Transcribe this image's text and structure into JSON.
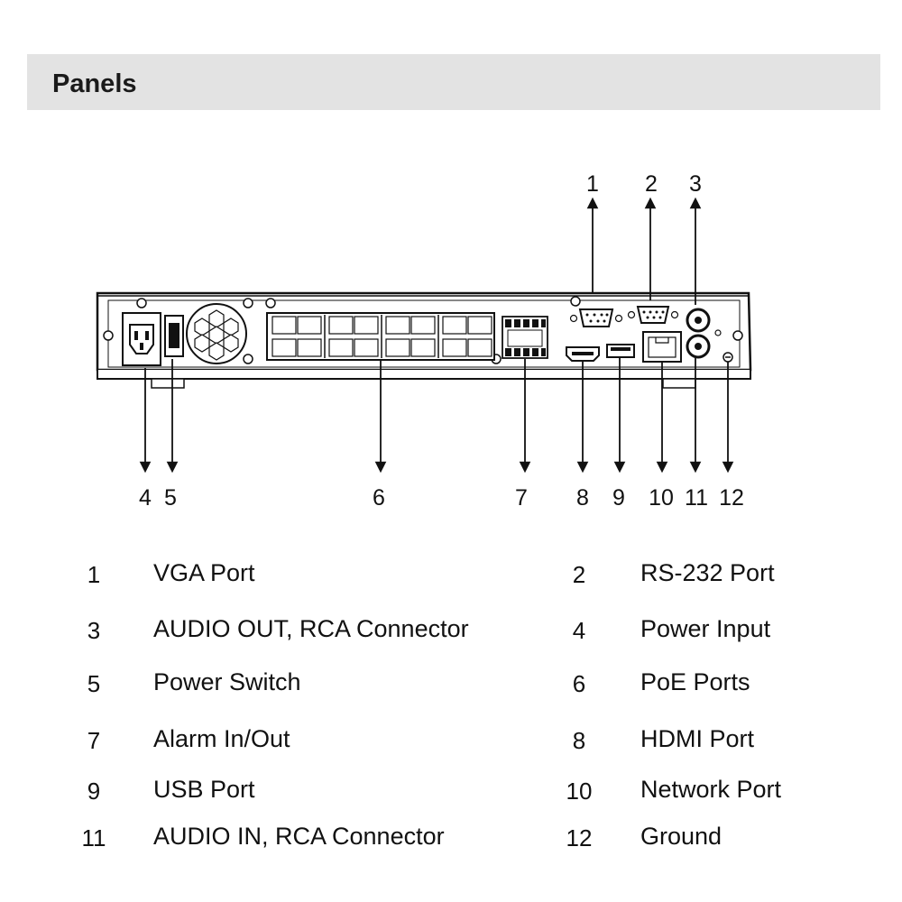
{
  "header": {
    "title": "Panels"
  },
  "callouts": [
    {
      "num": "1"
    },
    {
      "num": "2"
    },
    {
      "num": "3"
    },
    {
      "num": "4"
    },
    {
      "num": "5"
    },
    {
      "num": "6"
    },
    {
      "num": "7"
    },
    {
      "num": "8"
    },
    {
      "num": "9"
    },
    {
      "num": "10"
    },
    {
      "num": "11"
    },
    {
      "num": "12"
    }
  ],
  "legend": [
    {
      "num": "1",
      "label": "VGA Port"
    },
    {
      "num": "2",
      "label": "RS-232 Port"
    },
    {
      "num": "3",
      "label": "AUDIO OUT, RCA Connector"
    },
    {
      "num": "4",
      "label": "Power Input"
    },
    {
      "num": "5",
      "label": "Power Switch"
    },
    {
      "num": "6",
      "label": "PoE Ports"
    },
    {
      "num": "7",
      "label": "Alarm In/Out"
    },
    {
      "num": "8",
      "label": "HDMI Port"
    },
    {
      "num": "9",
      "label": "USB Port"
    },
    {
      "num": "10",
      "label": "Network Port"
    },
    {
      "num": "11",
      "label": "AUDIO IN, RCA Connector"
    },
    {
      "num": "12",
      "label": "Ground"
    }
  ]
}
